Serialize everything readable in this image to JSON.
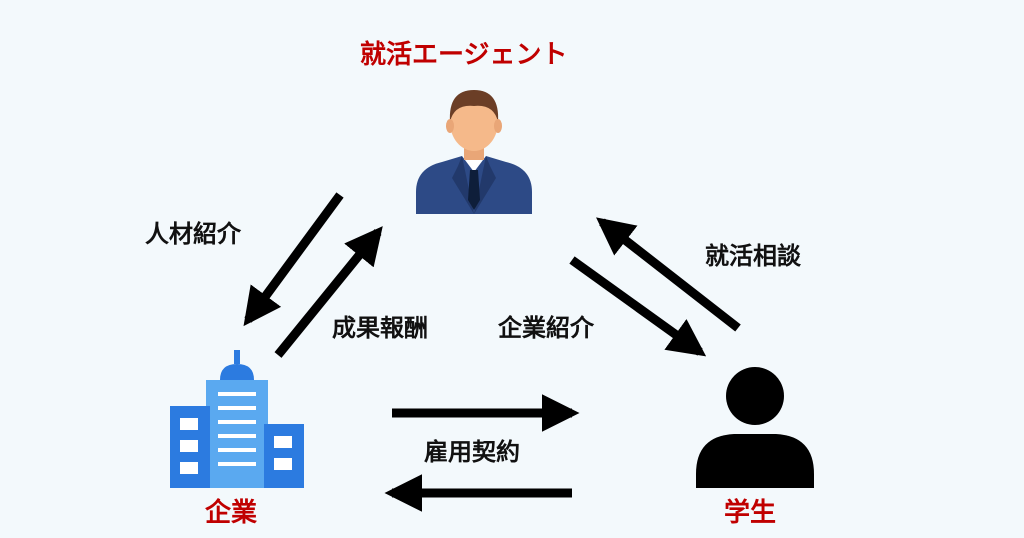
{
  "nodes": {
    "agent": "就活エージェント",
    "company": "企業",
    "student": "学生"
  },
  "flows": {
    "agent_to_company": "人材紹介",
    "company_to_agent": "成果報酬",
    "agent_to_student": "企業紹介",
    "student_to_agent": "就活相談",
    "company_student": "雇用契約"
  },
  "colors": {
    "background": "#f3f9fc",
    "node_label": "#c00000",
    "flow_label": "#111111",
    "arrow": "#000000",
    "suit": "#2d4a86",
    "building": "#5aa9f0"
  },
  "icons": {
    "agent": "businessman-icon",
    "company": "office-building-icon",
    "student": "person-silhouette-icon"
  }
}
